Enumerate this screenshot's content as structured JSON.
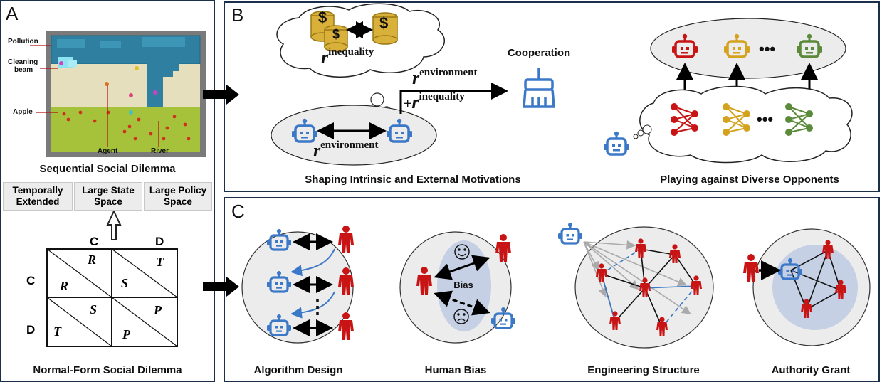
{
  "panels": {
    "a": {
      "letter": "A",
      "title": "Sequential Social Dilemma",
      "bottom_title": "Normal-Form Social Dilemma"
    },
    "b": {
      "letter": "B"
    },
    "c": {
      "letter": "C"
    }
  },
  "game_labels": {
    "pollution": "Pollution",
    "cleaning_beam_1": "Cleaning",
    "cleaning_beam_2": "beam",
    "apple": "Apple",
    "agent": "Agent",
    "river": "River"
  },
  "features": [
    {
      "line1": "Temporally",
      "line2": "Extended"
    },
    {
      "line1": "Large State",
      "line2": "Space"
    },
    {
      "line1": "Large Policy",
      "line2": "Space"
    }
  ],
  "matrix": {
    "col_heads": [
      "C",
      "D"
    ],
    "row_heads": [
      "C",
      "D"
    ],
    "cells": [
      {
        "upper": "R",
        "lower": "R"
      },
      {
        "upper": "T",
        "lower": "S"
      },
      {
        "upper": "S",
        "lower": "T"
      },
      {
        "upper": "P",
        "lower": "P"
      }
    ]
  },
  "panel_b": {
    "dollar": "$",
    "r_symbol": "r",
    "inequality": "inequality",
    "environment": "environment",
    "plus": "+",
    "cooperation": "Cooperation",
    "caption_left": "Shaping Intrinsic and External Motivations",
    "caption_right": "Playing against Diverse Opponents",
    "ellipsis": "•••"
  },
  "panel_c": {
    "captions": [
      "Algorithm Design",
      "Human Bias",
      "Engineering Structure",
      "Authority Grant"
    ],
    "bias": "Bias",
    "vdots": "⋮"
  },
  "colors": {
    "border": "#1c2f4a",
    "robot_blue": "#3b78c8",
    "human_red": "#c81414",
    "gold": "#c9a227",
    "green": "#5a8a3a",
    "bubble": "#ececec",
    "inner_blue": "#c6d0e4"
  }
}
